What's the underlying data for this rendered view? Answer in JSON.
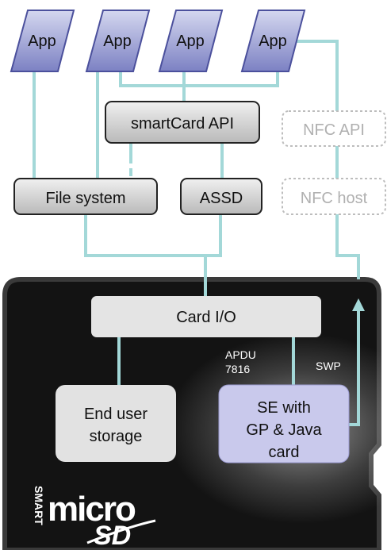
{
  "apps": [
    "App",
    "App",
    "App",
    "App"
  ],
  "boxes": {
    "smartcard_api": "smartCard API",
    "nfc_api": "NFC API",
    "file_system": "File system",
    "assd": "ASSD",
    "nfc_host": "NFC host",
    "card_io": "Card I/O",
    "end_user_storage": [
      "End user",
      "storage"
    ],
    "se": [
      "SE with",
      "GP & Java",
      "card"
    ]
  },
  "link_labels": {
    "apdu": [
      "APDU",
      "7816"
    ],
    "swp": "SWP"
  },
  "logo": {
    "smart": "SMART",
    "micro": "micro",
    "sd": "SD"
  },
  "colors": {
    "app_fill_top": "#c9cdea",
    "app_fill_bottom": "#7d82c4",
    "app_stroke": "#4a4f9a",
    "connector": "#9fd6d6",
    "gray_box": "#e4e4e4",
    "se_box": "#c8c8ea",
    "card_body": "#111111",
    "dashed": "#bbbbbb"
  }
}
